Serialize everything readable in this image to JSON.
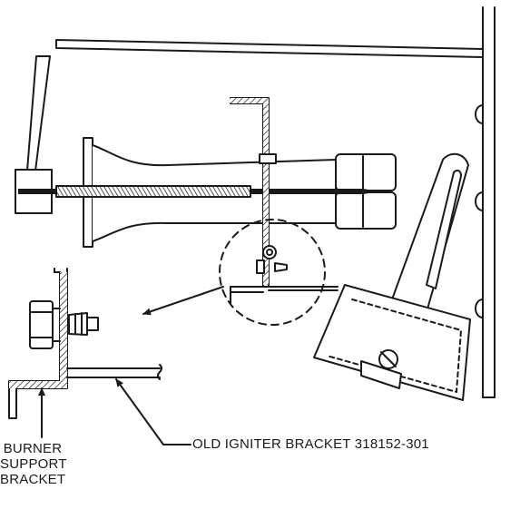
{
  "callouts": {
    "burner_support_bracket": [
      "BURNER",
      "SUPPORT",
      "BRACKET"
    ],
    "old_igniter_bracket": "OLD IGNITER BRACKET 318152-301"
  },
  "colors": {
    "ink": "#1a1a1a",
    "background": "#ffffff"
  }
}
